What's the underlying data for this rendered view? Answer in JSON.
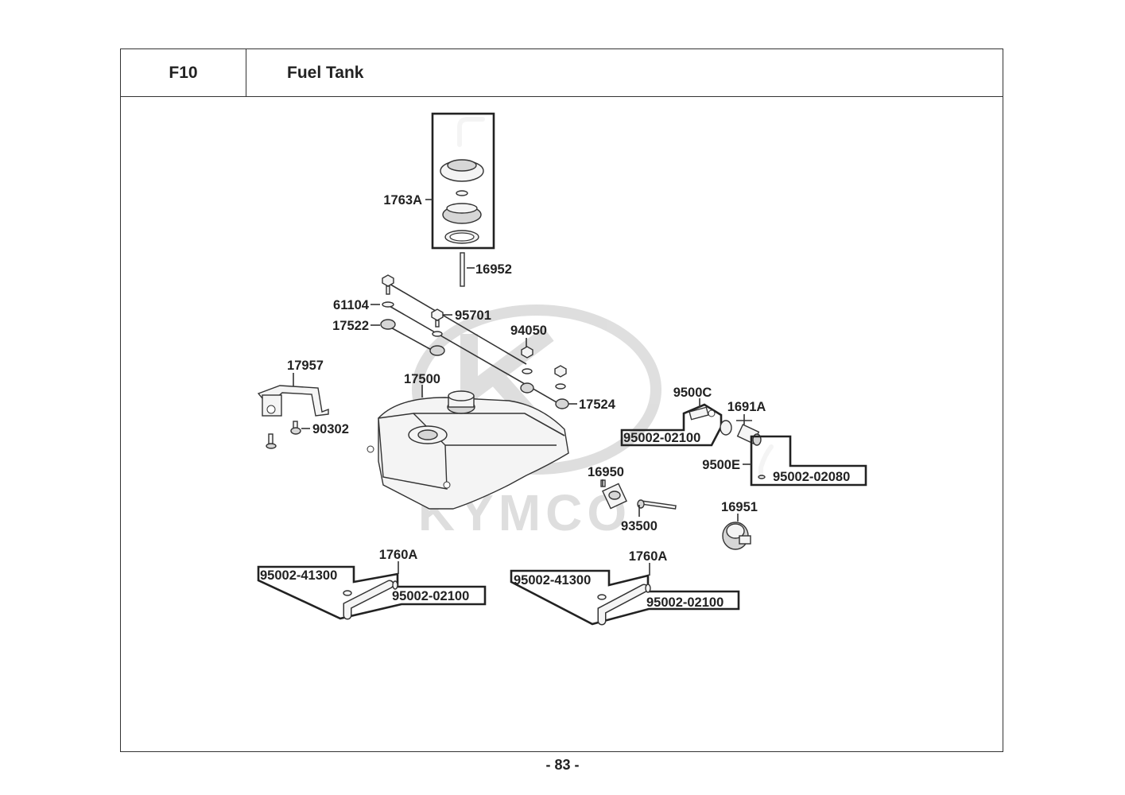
{
  "header": {
    "code": "F10",
    "title": "Fuel Tank"
  },
  "watermark": {
    "text": "KYMCO",
    "color": "#bdbdbd"
  },
  "parts": {
    "p1763A": "1763A",
    "p16952": "16952",
    "p61104": "61104",
    "p95701": "95701",
    "p17522": "17522",
    "p94050": "94050",
    "p17957": "17957",
    "p17500": "17500",
    "p17524": "17524",
    "p90302": "90302",
    "p9500C": "9500C",
    "p1691A": "1691A",
    "p95002_02100_top": "95002-02100",
    "p9500E": "9500E",
    "p95002_02080": "95002-02080",
    "p16950": "16950",
    "p93500": "93500",
    "p16951": "16951",
    "p1760A_left": "1760A",
    "p95002_41300_left": "95002-41300",
    "p95002_02100_left": "95002-02100",
    "p1760A_right": "1760A",
    "p95002_41300_right": "95002-41300",
    "p95002_02100_right": "95002-02100"
  },
  "footer": {
    "page": "- 83 -"
  }
}
